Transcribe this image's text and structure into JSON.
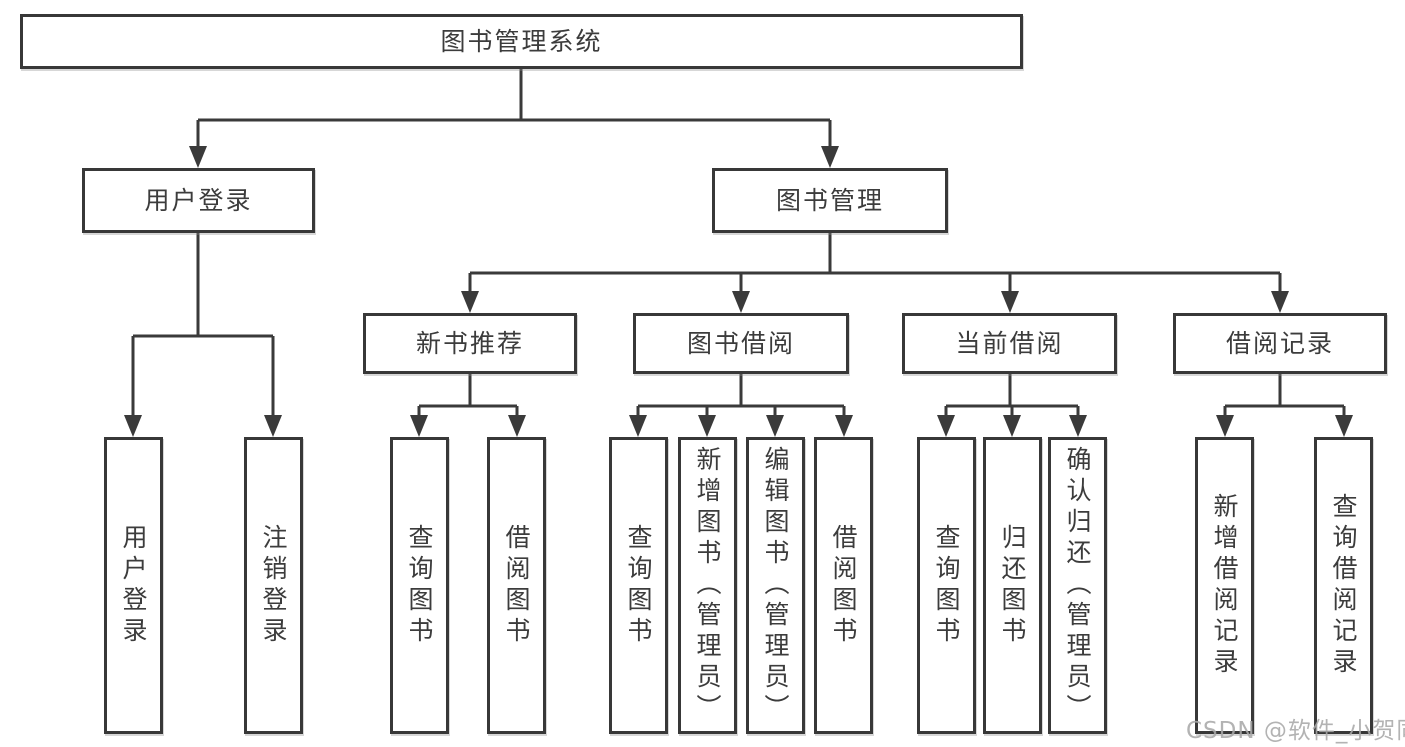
{
  "colors": {
    "background": "#ffffff",
    "line": "#3a3a3a",
    "box_border": "#383838",
    "text": "#3c3c3c",
    "watermark": "#a8a8a8"
  },
  "hierarchy": {
    "label": "图书管理系统",
    "children": [
      {
        "label": "用户登录",
        "children": [
          "用户登录",
          "注销登录"
        ]
      },
      {
        "label": "图书管理",
        "children": [
          {
            "label": "新书推荐",
            "children": [
              "查询图书",
              "借阅图书"
            ]
          },
          {
            "label": "图书借阅",
            "children": [
              "查询图书",
              "新增图书（管理员）",
              "编辑图书（管理员）",
              "借阅图书"
            ]
          },
          {
            "label": "当前借阅",
            "children": [
              "查询图书",
              "归还图书",
              "确认归还（管理员）"
            ]
          },
          {
            "label": "借阅记录",
            "children": [
              "新增借阅记录",
              "查询借阅记录"
            ]
          }
        ]
      }
    ]
  },
  "watermark": {
    "text": "CSDN @软件_小贺同学"
  }
}
